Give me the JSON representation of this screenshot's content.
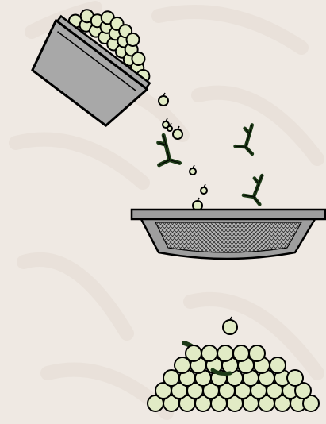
{
  "diagram": {
    "title": "",
    "labels": [],
    "elements": [
      "tilted-basket-with-berries",
      "falling-berries",
      "falling-stems",
      "sieve-with-mesh",
      "sorted-berry-pile"
    ]
  },
  "colors": {
    "background": "#efe9e3",
    "background_streak": "#e4dcd4",
    "berry_fill": "#e1ebc5",
    "outline": "#000000",
    "basket_fill": "#a8a8a8",
    "sieve_fill": "#9e9e9e",
    "mesh_fill": "#b9b9b9",
    "stem_fill": "#1d3a17"
  }
}
